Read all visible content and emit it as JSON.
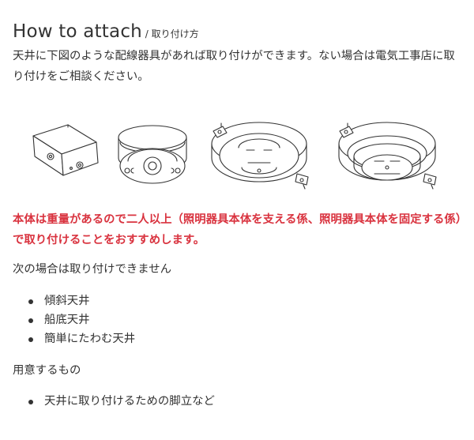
{
  "heading": {
    "title": "How to attach",
    "subtitle": " / 取り付け方"
  },
  "intro_text": "天井に下図のような配線器具があれば取り付けができます。ない場合は電気工事店に取り付けをご相談ください。",
  "fixture_icons": [
    "rectangular-junction-box-icon",
    "round-ceiling-hook-icon",
    "flat-hooking-ceiling-socket-icon",
    "raised-hooking-ceiling-socket-icon"
  ],
  "warning_text": "本体は重量があるので二人以上（照明器具本体を支える係、照明器具本体を固定する係）で取り付けることをおすすめします。",
  "warning_color": "#d9333f",
  "cannot_install": {
    "lead": "次の場合は取り付けできません",
    "items": [
      "傾斜天井",
      "船底天井",
      "簡単にたわむ天井"
    ]
  },
  "prepare": {
    "lead": "用意するもの",
    "items": [
      "天井に取り付けるための脚立など"
    ]
  }
}
